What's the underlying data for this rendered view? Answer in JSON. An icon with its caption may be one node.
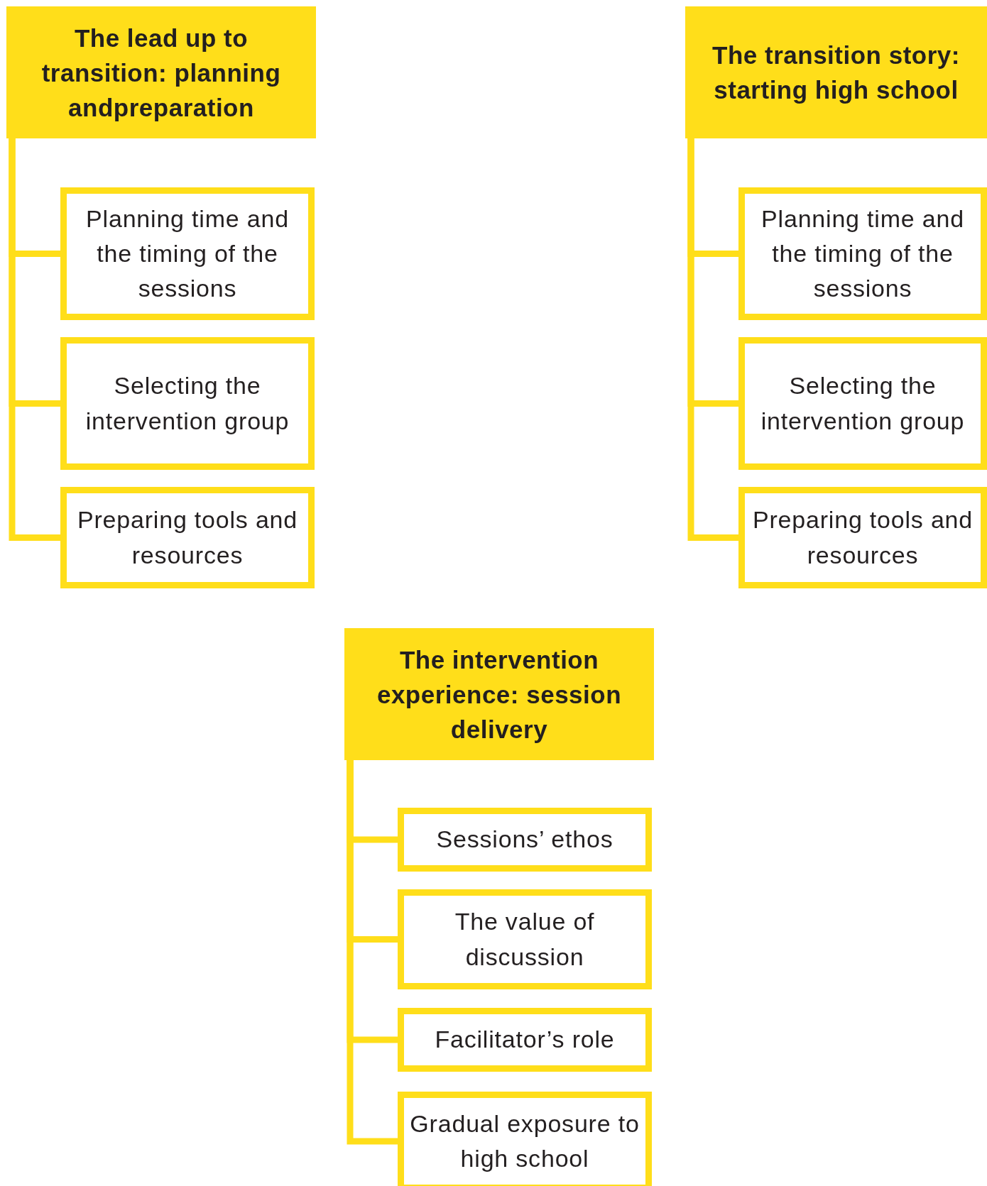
{
  "diagram": {
    "nodes": [
      {
        "text": [
          "The lead up to transition: planning andpreparation"
        ]
      },
      {
        "text": [
          "Planning time and the timing of the sessions"
        ]
      },
      {
        "text": [
          "Selecting the intervention group"
        ]
      },
      {
        "text": [
          "Preparing tools and resources"
        ]
      },
      {
        "text": [
          "The transition story: starting high school"
        ]
      },
      {
        "text": [
          "Planning time and the timing of the sessions"
        ]
      },
      {
        "text": [
          "Selecting the intervention group"
        ]
      },
      {
        "text": [
          "Preparing tools and resources"
        ]
      },
      {
        "text": [
          "The intervention experience: session delivery"
        ]
      },
      {
        "text": [
          "Sessions’ ethos"
        ]
      },
      {
        "text": [
          "The value of discussion"
        ]
      },
      {
        "text": [
          "Facilitator’s role"
        ]
      },
      {
        "text": [
          "Gradual exposure to high school"
        ]
      }
    ],
    "edges": [
      {
        "from": 0,
        "to": 1,
        "arrow": "none"
      },
      {
        "from": 0,
        "to": 2,
        "arrow": "none"
      },
      {
        "from": 0,
        "to": 3,
        "arrow": "none"
      },
      {
        "from": 4,
        "to": 5,
        "arrow": "none"
      },
      {
        "from": 4,
        "to": 6,
        "arrow": "none"
      },
      {
        "from": 4,
        "to": 7,
        "arrow": "none"
      },
      {
        "from": 8,
        "to": 9,
        "arrow": "none"
      },
      {
        "from": 8,
        "to": 10,
        "arrow": "none"
      },
      {
        "from": 8,
        "to": 11,
        "arrow": "none"
      },
      {
        "from": 8,
        "to": 12,
        "arrow": "none"
      }
    ]
  }
}
